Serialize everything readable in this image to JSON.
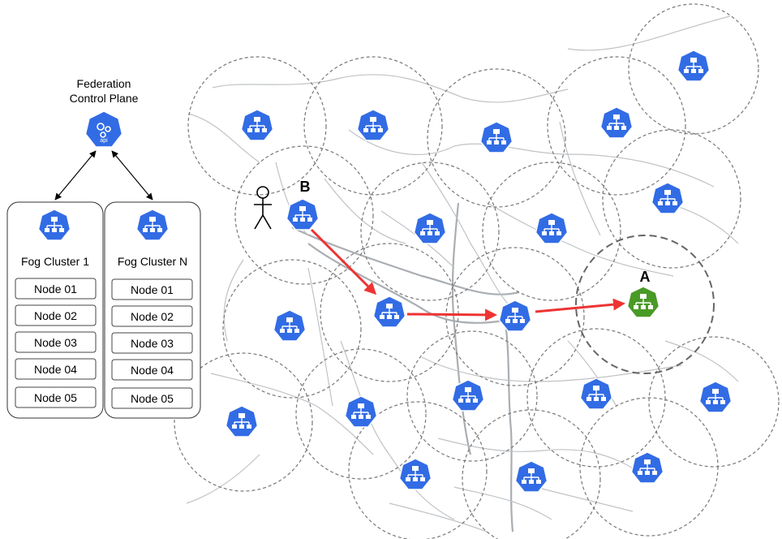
{
  "control_plane": {
    "title_line1": "Federation",
    "title_line2": "Control Plane",
    "badge_text": "api"
  },
  "clusters": [
    {
      "name": "Fog Cluster 1",
      "nodes": [
        "Node 01",
        "Node 02",
        "Node 03",
        "Node 04",
        "Node 05"
      ]
    },
    {
      "name": "Fog Cluster N",
      "nodes": [
        "Node 01",
        "Node 02",
        "Node 03",
        "Node 04",
        "Node 05"
      ]
    }
  ],
  "markers": {
    "user_label": "B",
    "target_label": "A"
  },
  "colors": {
    "node_blue": "#326ce5",
    "target_green": "#4a9a27",
    "path_red": "#ee3333",
    "circle_gray": "#777777"
  },
  "icons": [
    "kubernetes-cluster-icon",
    "api-server-icon",
    "stick-figure-user-icon"
  ]
}
